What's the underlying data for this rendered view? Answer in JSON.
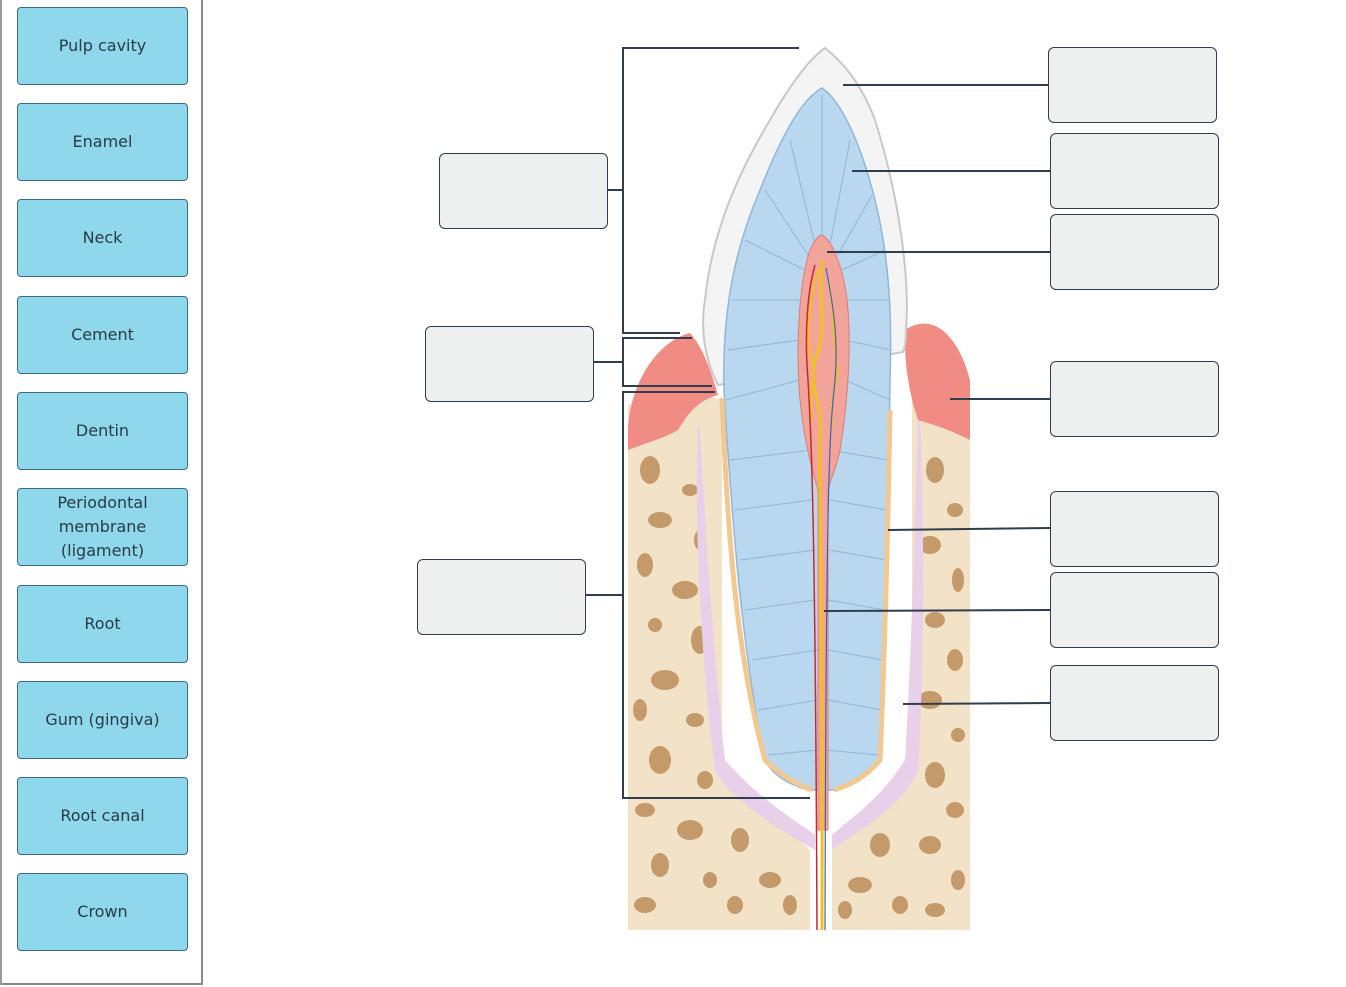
{
  "word_bank": {
    "terms": [
      "Pulp cavity",
      "Enamel",
      "Neck",
      "Cement",
      "Dentin",
      "Periodontal\nmembrane\n(ligament)",
      "Root",
      "Gum (gingiva)",
      "Root canal",
      "Crown"
    ]
  },
  "colors": {
    "term_fill": "#8fd7ea",
    "term_border": "#3a6a8a",
    "drop_fill": "#eef0f0",
    "drop_border": "#2f3e4e",
    "enamel": "#f4f4f4",
    "dentin": "#b9d8ef",
    "pulp": "#f3a49a",
    "gum": "#f08c84",
    "bone": "#f1e2c8",
    "bone_spots": "#c49a6a",
    "ligament": "#e8d0ea",
    "cement": "#f2c890",
    "nerve": "#f0c020",
    "vessel_red": "#c42a2a",
    "vessel_blue": "#3b63b8"
  },
  "icons": {
    "term_chip": "drag-chip",
    "drop_target": "empty-label-box"
  }
}
